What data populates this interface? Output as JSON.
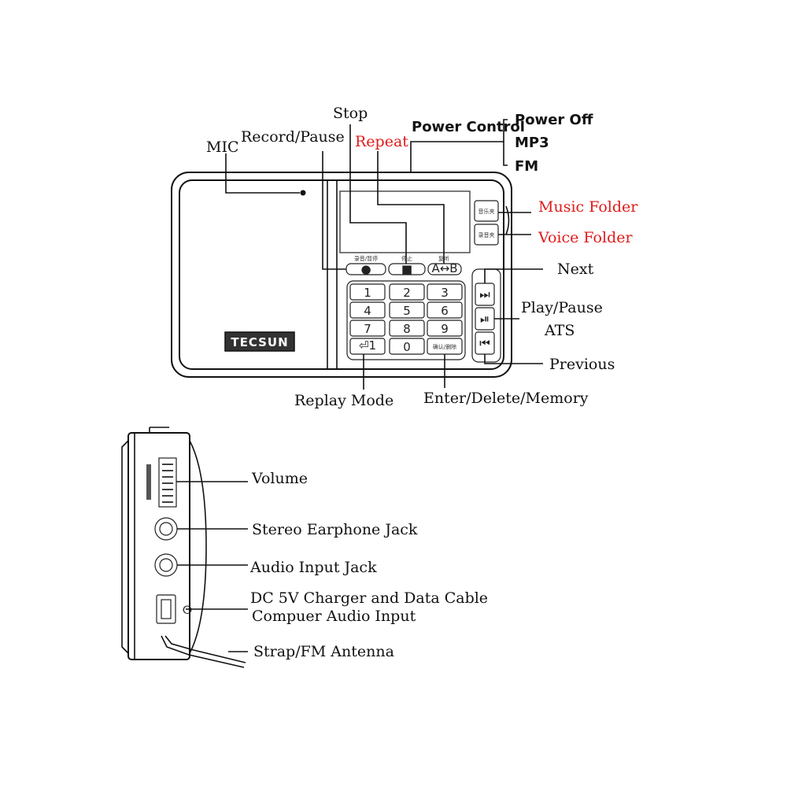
{
  "top_labels": {
    "mic": "MIC",
    "record_pause": "Record/Pause",
    "stop": "Stop",
    "repeat": "Repeat",
    "power_control": "Power Control",
    "power_off": "Power Off",
    "mp3": "MP3",
    "fm": "FM",
    "music_folder": "Music Folder",
    "voice_folder": "Voice Folder",
    "next": "Next",
    "play_pause": "Play/Pause",
    "ats": "ATS",
    "previous": "Previous",
    "replay_mode": "Replay Mode",
    "enter_delete_memory": "Enter/Delete/Memory"
  },
  "device": {
    "brand": "TECSUN",
    "keypad": [
      "1",
      "2",
      "3",
      "4",
      "5",
      "6",
      "7",
      "8",
      "9",
      "0"
    ],
    "ctrl_captions": [
      "录音/暂停",
      "停止",
      "复听"
    ],
    "ctrl_symbols": [
      "●",
      "■",
      "A↔B"
    ],
    "folder_buttons": [
      "音乐夹",
      "录音夹"
    ],
    "enter_key": "确认/删除",
    "replay_symbol": "⏎1"
  },
  "side_labels": {
    "volume": "Volume",
    "stereo_jack": "Stereo Earphone Jack",
    "audio_input": "Audio Input Jack",
    "dc_line1": "DC 5V Charger and Data Cable",
    "dc_line2": "Compuer Audio Input",
    "strap": "Strap/FM Antenna"
  },
  "colors": {
    "highlight": "#e01a1a",
    "line": "#111111"
  }
}
